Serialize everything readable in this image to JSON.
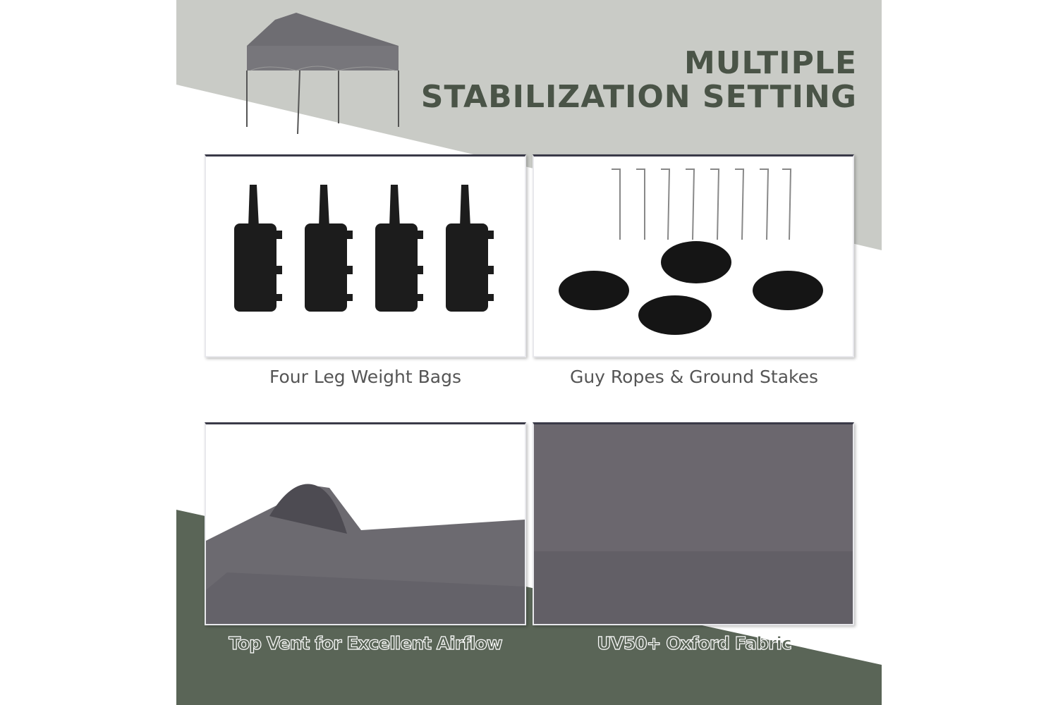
{
  "headline": {
    "line1": "MULTIPLE",
    "line2": "STABILIZATION SETTING"
  },
  "panels": [
    {
      "caption": "Four Leg Weight Bags",
      "icon": "weight-bags-image"
    },
    {
      "caption": "Guy Ropes & Ground Stakes",
      "icon": "ropes-stakes-image"
    },
    {
      "caption": "Top Vent for Excellent Airflow",
      "icon": "top-vent-image"
    },
    {
      "caption": "UV50+ Oxford Fabric",
      "icon": "fabric-swatch-image"
    }
  ],
  "colors": {
    "top_band": "#c9cbc6",
    "bottom_band": "#5a6557",
    "headline": "#4a5447",
    "canopy": "#6b686e"
  }
}
